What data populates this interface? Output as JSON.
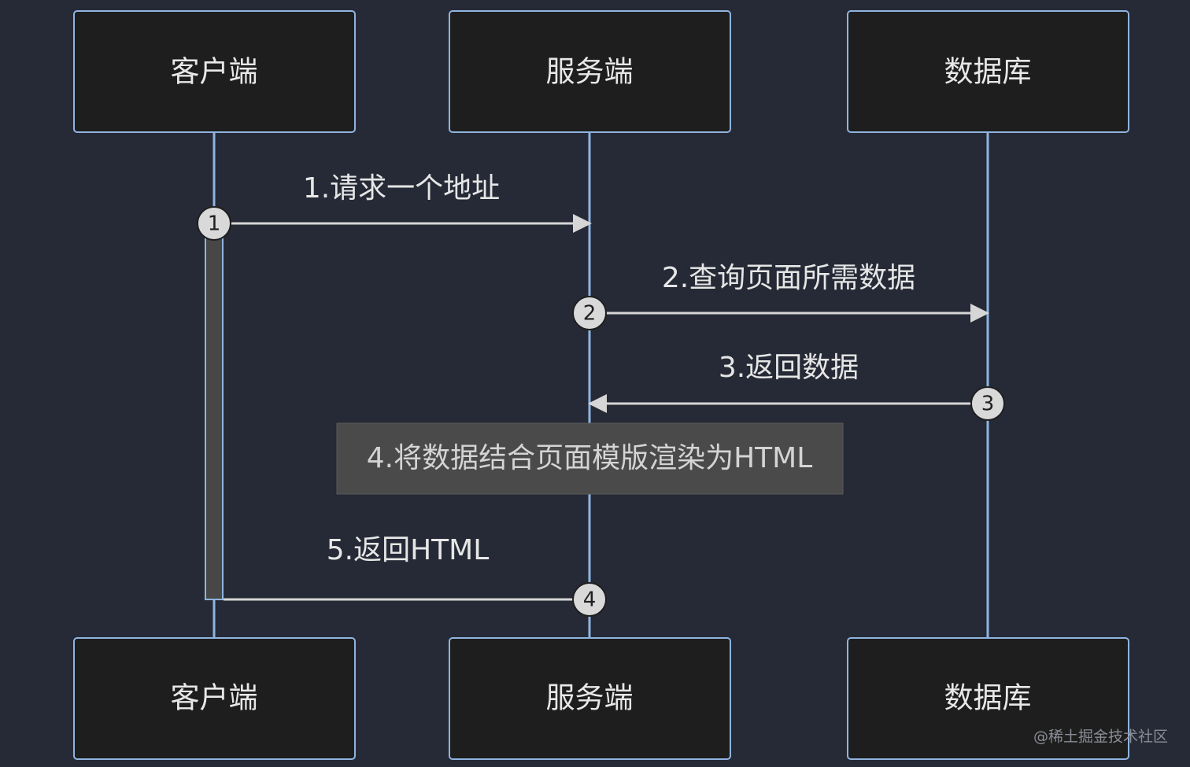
{
  "participants": [
    {
      "id": "client",
      "label": "客户端"
    },
    {
      "id": "server",
      "label": "服务端"
    },
    {
      "id": "database",
      "label": "数据库"
    }
  ],
  "messages": [
    {
      "number": "1",
      "label": "1.请求一个地址",
      "from": "client",
      "to": "server"
    },
    {
      "number": "2",
      "label": "2.查询页面所需数据",
      "from": "server",
      "to": "database"
    },
    {
      "number": "3",
      "label": "3.返回数据",
      "from": "database",
      "to": "server"
    },
    {
      "number": "4",
      "label": "5.返回HTML",
      "from": "server",
      "to": "client"
    }
  ],
  "note": {
    "label": "4.将数据结合页面模版渲染为HTML",
    "over": "server"
  },
  "watermark": "@稀土掘金技术社区",
  "colors": {
    "background": "#262a36",
    "actor_fill": "#1e1e1e",
    "actor_border": "#8fb4e0",
    "lifeline": "#8fb4e0",
    "arrow": "#d6d6d6",
    "note_fill": "#4a4a4a",
    "activation_fill": "#474747",
    "number_badge": "#d9d9d9"
  }
}
